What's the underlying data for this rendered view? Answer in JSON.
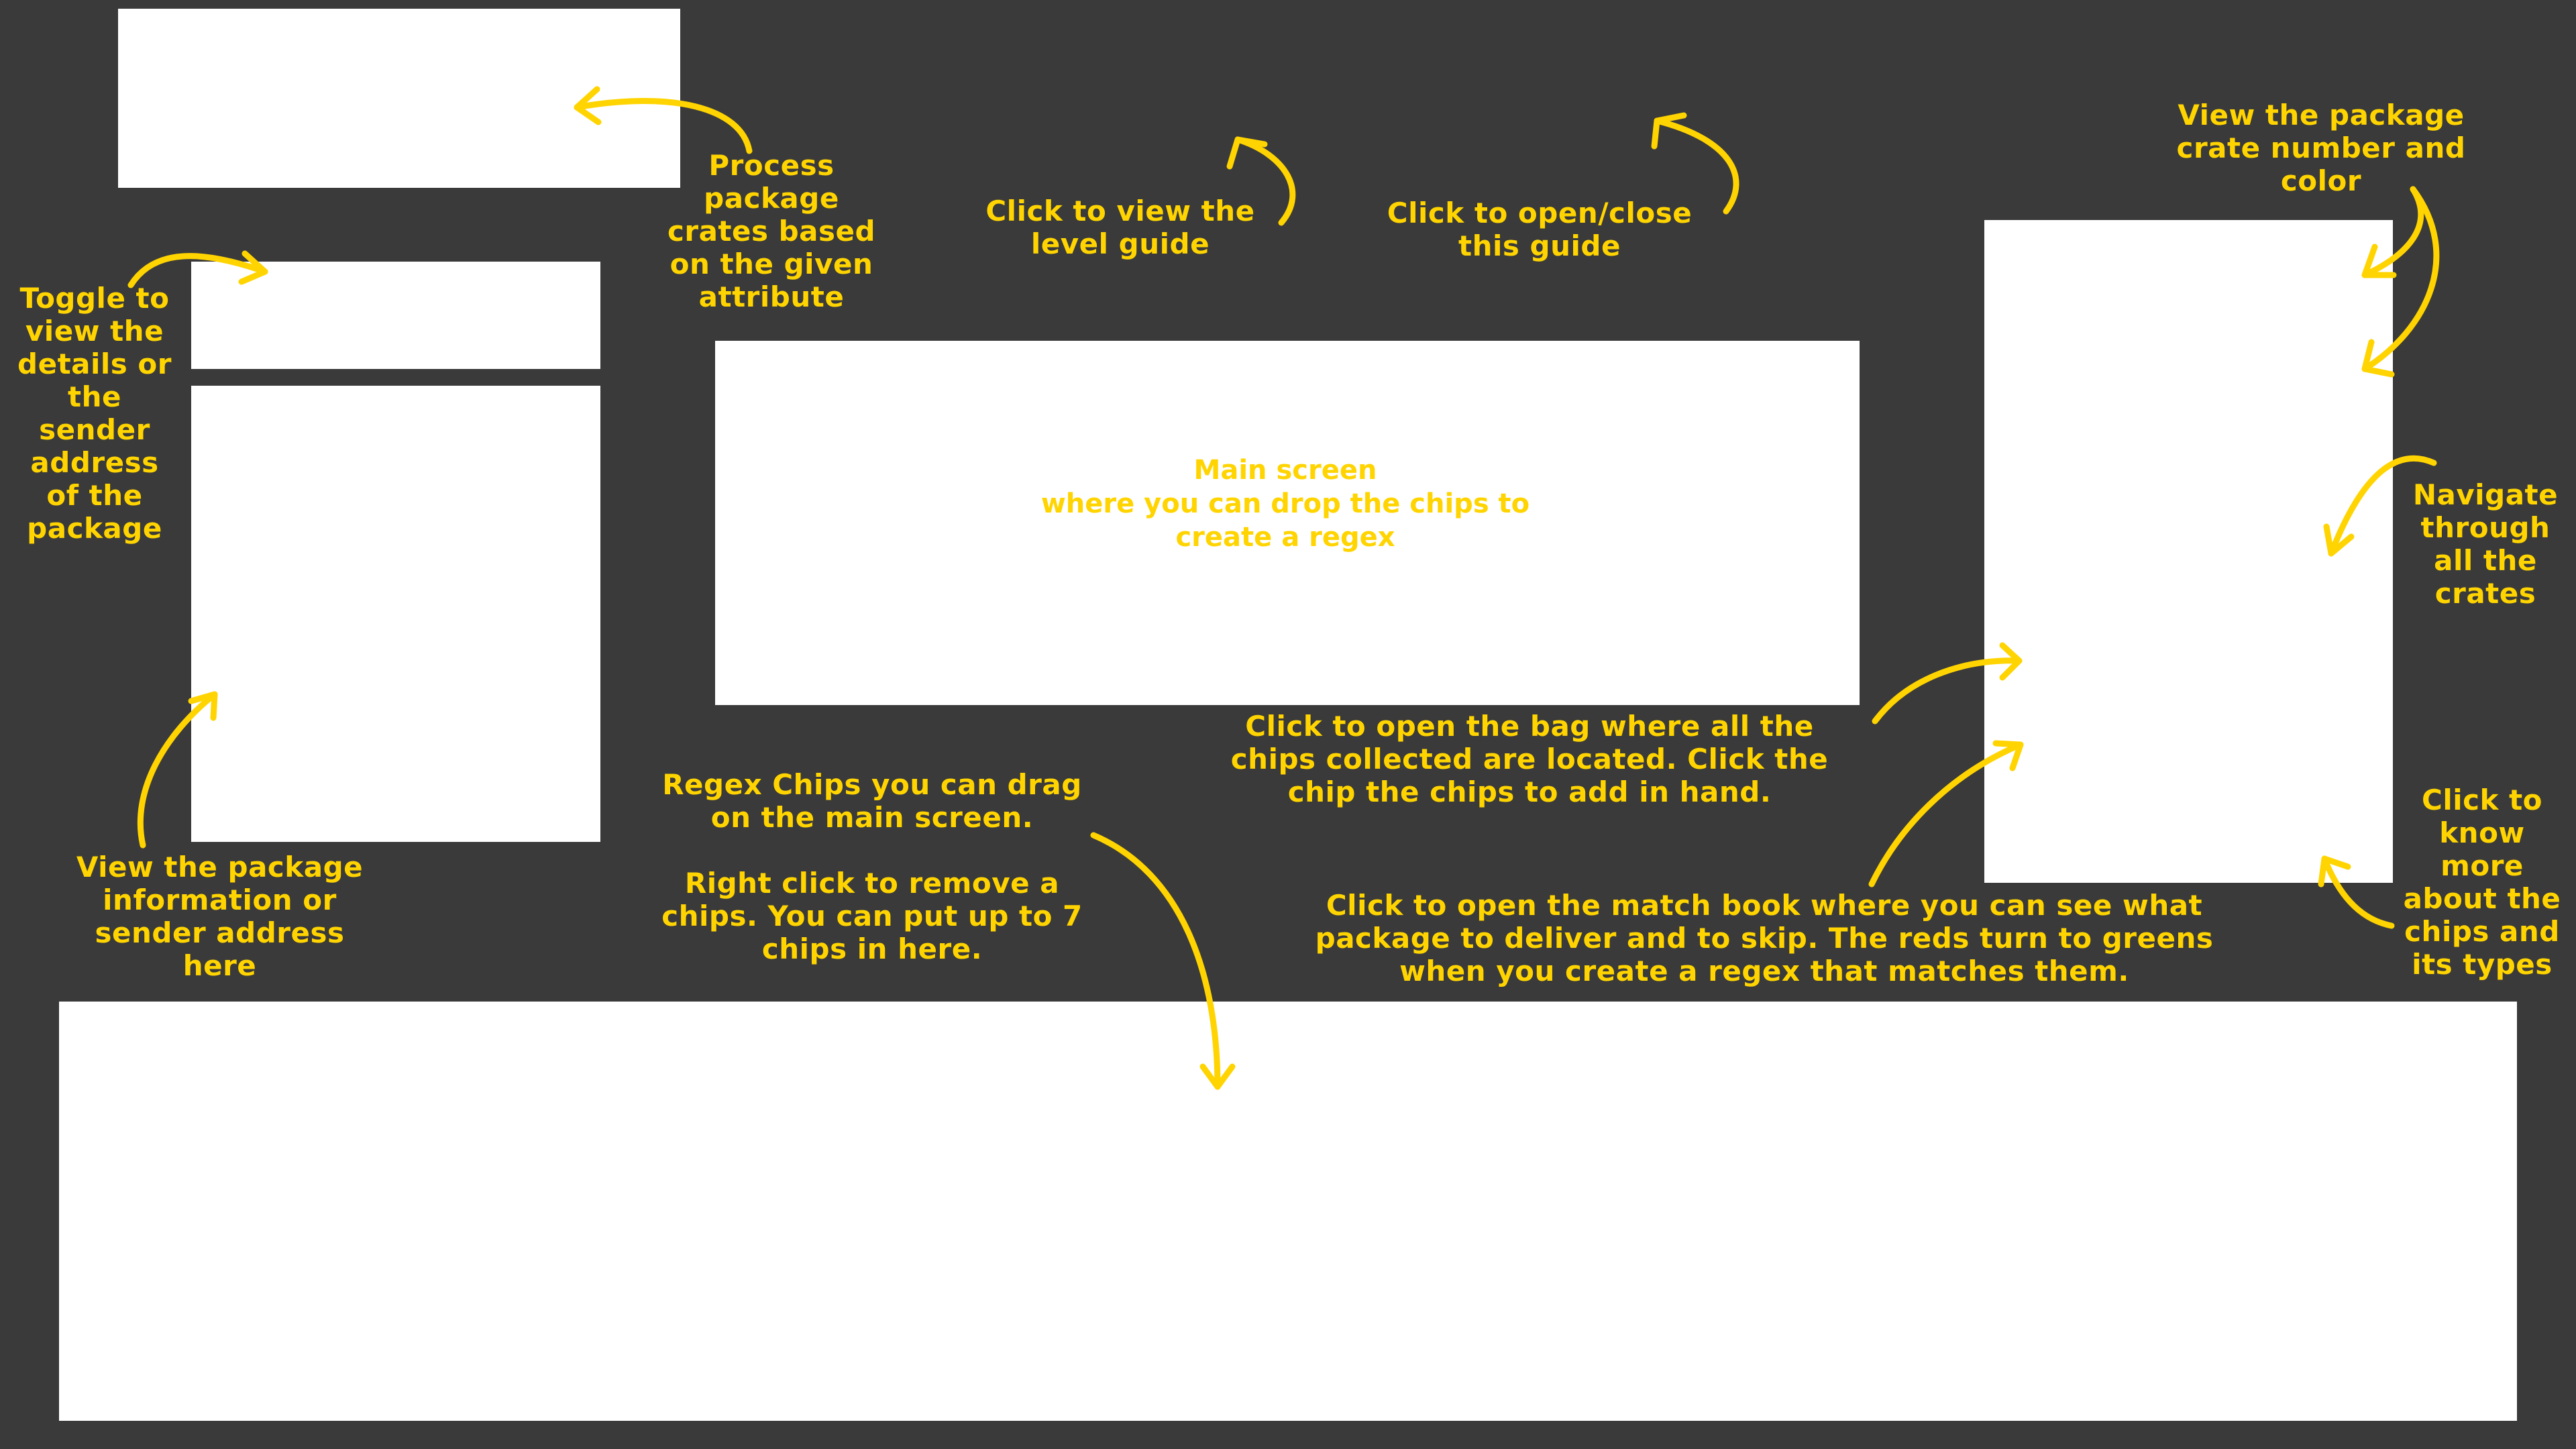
{
  "theme": {
    "background": "#3a3a3a",
    "panel": "#ffffff",
    "annotation": "#ffd400"
  },
  "panels": {
    "process_crates": "",
    "details_toggle": "",
    "package_info": "",
    "main_screen": "",
    "crate_view": "",
    "chip_tray": ""
  },
  "labels": {
    "main_screen": "Main screen\nwhere you can drop the chips to\ncreate a regex",
    "process": "Process\npackage\ncrates based\non the given\nattribute",
    "level_guide": "Click to view the\nlevel guide",
    "open_close": "Click to open/close\nthis guide",
    "crate_number": "View the package\ncrate number and\ncolor",
    "toggle": "Toggle to\nview the\ndetails or\nthe\nsender\naddress\nof the\npackage",
    "navigate": "Navigate\nthrough\nall the\ncrates",
    "bag": "Click to open the bag where all the\nchips collected are located. Click the\nchip the chips to add in hand.",
    "chips": "Regex Chips you can drag\non the main screen.\n\nRight click to remove a\nchips. You can put up to 7\nchips in here.",
    "package_info": "View the package\ninformation or\nsender address\nhere",
    "chip_info": "Click to\nknow\nmore\nabout the\nchips and\nits types",
    "match_book": "Click to open the match book where you can see what\npackage to deliver and to skip. The reds turn to greens\nwhen you create a regex that matches them."
  }
}
